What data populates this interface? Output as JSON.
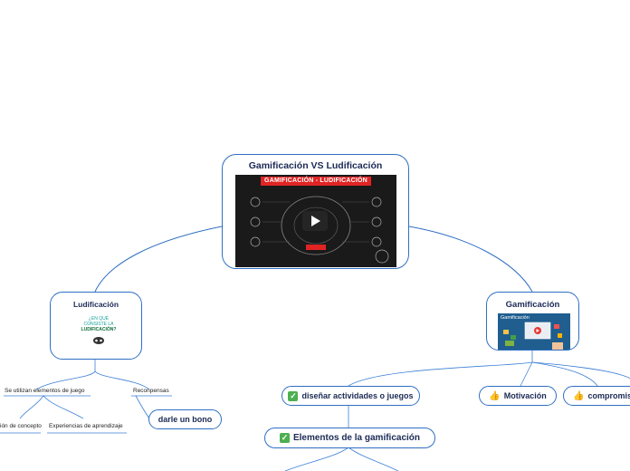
{
  "central": {
    "title": "Gamificación VS Ludificación",
    "video_banner": "GAMIFICACIÓN - LUDIFICACIÓN"
  },
  "ludificacion": {
    "title": "Ludificación",
    "image_text_line1": "¿EN QUÉ",
    "image_text_line2": "CONSISTE LA",
    "image_text_line3": "LUDIFICACIÓN?",
    "children": {
      "elementos_juego": "Se utilizan elementos de juego",
      "recompensas": "Reconpensas",
      "concepto": "ión de concepto",
      "experiencias": "Experiencias de aprendizaje",
      "bono": "darle un bono"
    }
  },
  "gamificacion": {
    "title": "Gamificación",
    "image_caption": "Gamificación",
    "children": {
      "disenar": "diseñar actividades o juegos",
      "motivacion": "Motivación",
      "compromiso": "compromiso",
      "elementos": "Elementos de la gamificación"
    }
  },
  "colors": {
    "line": "#2f6fc2",
    "check": "#4caf50",
    "thumb": "#f0b400",
    "banner": "#e02424"
  },
  "icons": [
    "play-icon",
    "check-icon",
    "thumbs-up-icon"
  ]
}
